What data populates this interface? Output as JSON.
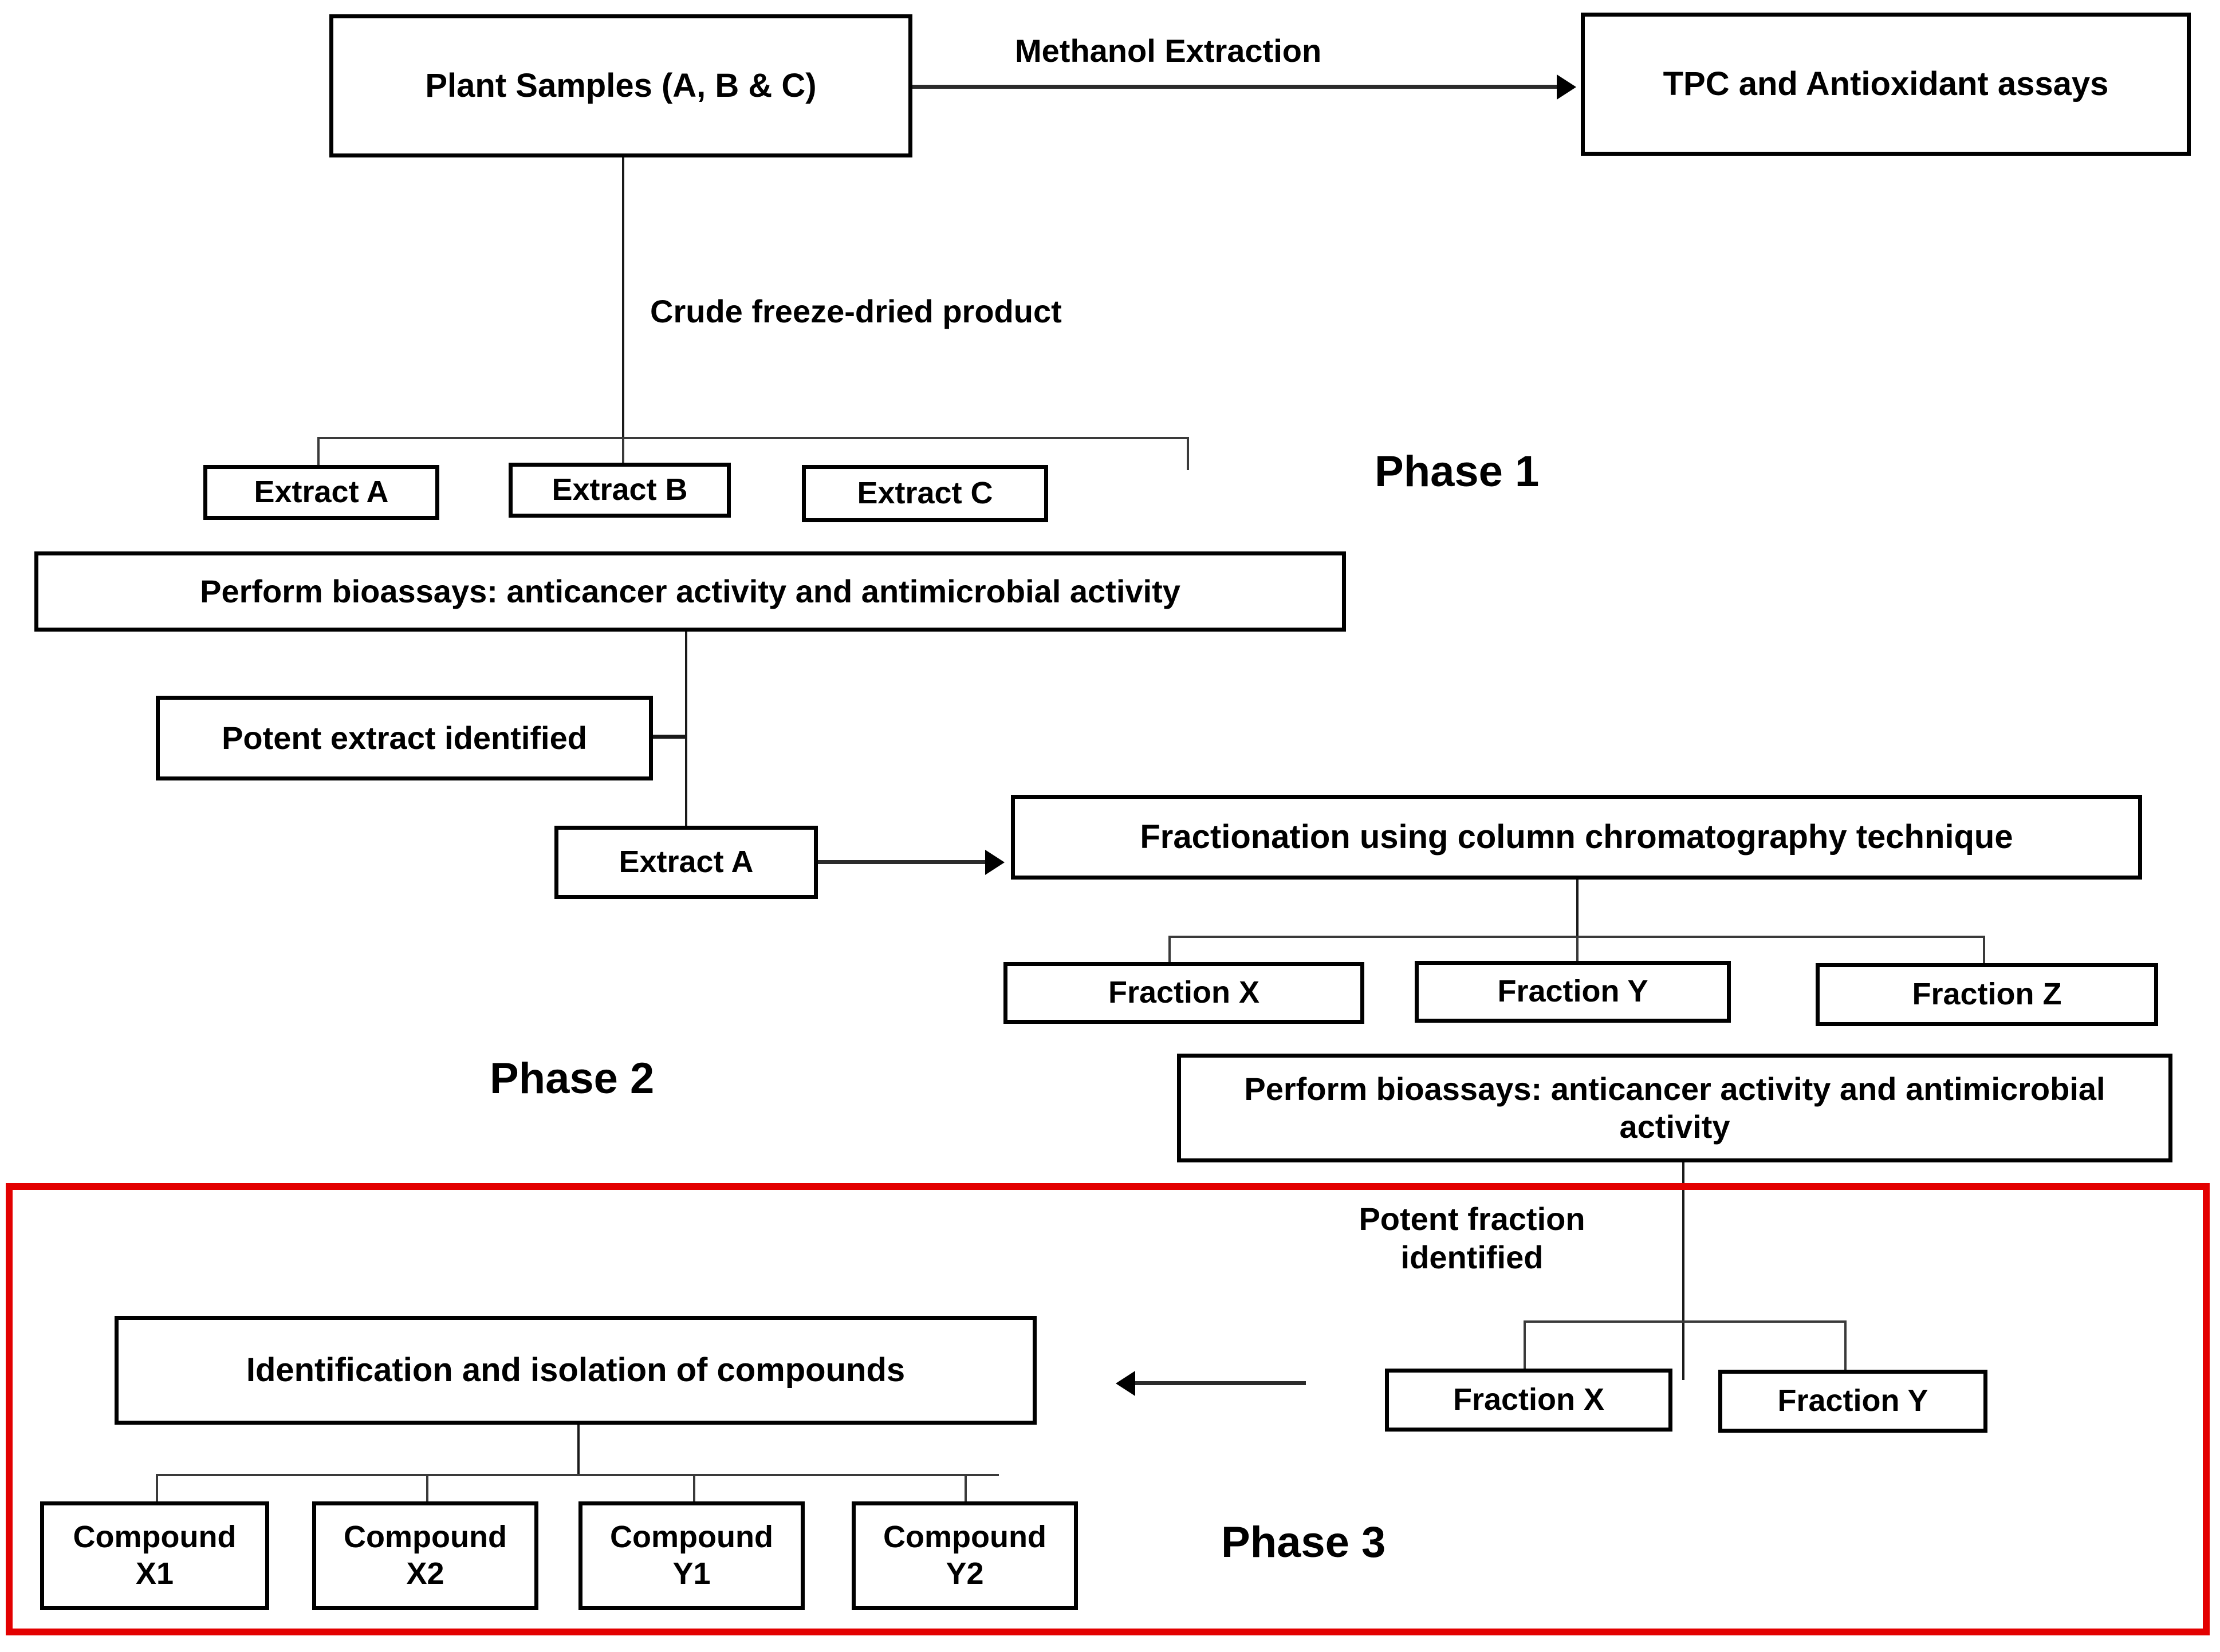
{
  "diagram": {
    "title": "Plant sample bioassay-guided fractionation workflow",
    "accent_color": "#e30000",
    "line_color": "#3a3a3a",
    "box_border_color": "#000000",
    "background": "#ffffff"
  },
  "phases": [
    {
      "id": "phase1",
      "label": "Phase 1"
    },
    {
      "id": "phase2",
      "label": "Phase 2"
    },
    {
      "id": "phase3",
      "label": "Phase 3"
    }
  ],
  "nodes": {
    "plant_samples": "Plant Samples (A, B & C)",
    "tpc_assays": "TPC and Antioxidant assays",
    "extract_a": "Extract A",
    "extract_b": "Extract B",
    "extract_c": "Extract C",
    "bioassays_1": "Perform bioassays: anticancer activity and antimicrobial activity",
    "potent_extract": "Potent extract identified",
    "extract_a_potent": "Extract A",
    "fractionation": "Fractionation using column chromatography technique",
    "fraction_x": "Fraction X",
    "fraction_y": "Fraction Y",
    "fraction_z": "Fraction Z",
    "bioassays_2": "Perform bioassays: anticancer activity and antimicrobial activity",
    "fraction_x_potent": "Fraction X",
    "fraction_y_potent": "Fraction Y",
    "identification": "Identification and isolation of compounds",
    "compound_x1": "Compound X1",
    "compound_x2": "Compound X2",
    "compound_y1": "Compound Y1",
    "compound_y2": "Compound Y2"
  },
  "edge_labels": {
    "methanol_extraction": "Methanol Extraction",
    "crude_product": "Crude freeze-dried product",
    "potent_fraction": "Potent fraction\nidentified"
  }
}
